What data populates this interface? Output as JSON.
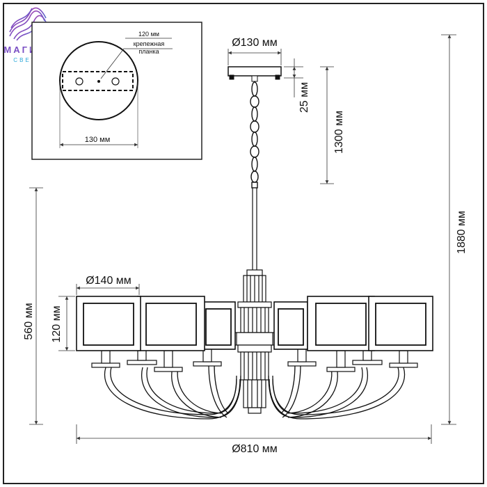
{
  "logo": {
    "name": "МАГИЯ",
    "tagline": "СВЕТА",
    "colors": [
      "#e83a8c",
      "#7a4fc4",
      "#2aa7d8"
    ]
  },
  "mount_detail": {
    "plate_width_label": "120 мм",
    "plate_caption_line1": "крепежная",
    "plate_caption_line2": "планка",
    "diameter_label": "130 мм"
  },
  "dimensions": {
    "canopy_diameter": "Ø130 мм",
    "canopy_height": "25 мм",
    "chain_length": "1300 мм",
    "total_height": "1880 мм",
    "body_height": "560 мм",
    "shade_diameter": "Ø140 мм",
    "shade_height": "120 мм",
    "overall_diameter": "Ø810 мм"
  }
}
